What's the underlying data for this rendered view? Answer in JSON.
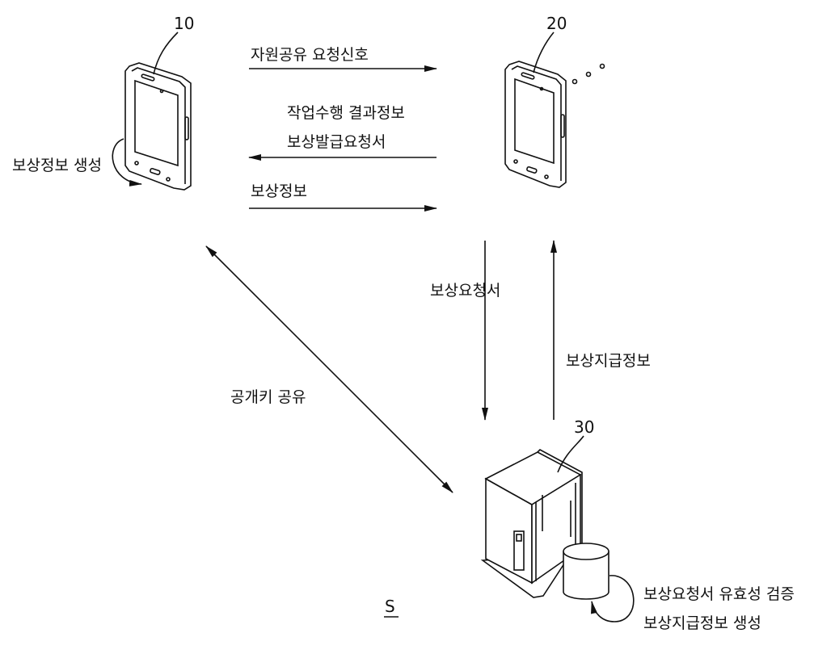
{
  "devices": {
    "user_terminal_ref": "10",
    "provider_terminal_ref": "20",
    "server_ref": "30"
  },
  "messages": {
    "resource_share_request": "자원공유 요청신호",
    "task_result_line1": "작업수행 결과정보",
    "task_result_line2": "보상발급요청서",
    "reward_info": "보상정보",
    "reward_request": "보상요청서",
    "reward_payment_info": "보상지급정보",
    "public_key_share": "공개키 공유"
  },
  "processes": {
    "generate_reward_info": "보상정보 생성",
    "server_line1": "보상요청서 유효성 검증",
    "server_line2": "보상지급정보 생성"
  },
  "figure_label": "S"
}
